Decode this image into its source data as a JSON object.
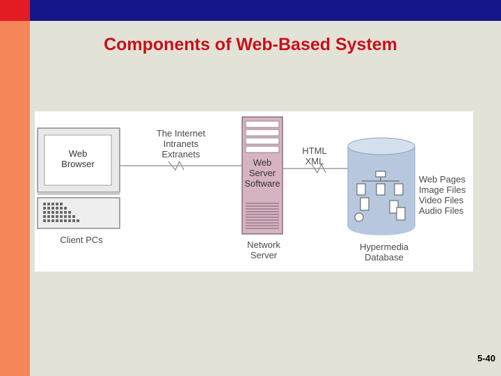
{
  "slide": {
    "title": "Components of Web-Based System",
    "page_number": "5-40"
  },
  "diagram": {
    "monitor_label_line1": "Web",
    "monitor_label_line2": "Browser",
    "client_label": "Client PCs",
    "network_line1": "The Internet",
    "network_line2": "Intranets",
    "network_line3": "Extranets",
    "server_label_line1": "Web",
    "server_label_line2": "Server",
    "server_label_line3": "Software",
    "server_caption_line1": "Network",
    "server_caption_line2": "Server",
    "format_line1": "HTML",
    "format_line2": "XML",
    "files_line1": "Web Pages",
    "files_line2": "Image Files",
    "files_line3": "Video Files",
    "files_line4": "Audio Files",
    "db_caption_line1": "Hypermedia",
    "db_caption_line2": "Database"
  }
}
